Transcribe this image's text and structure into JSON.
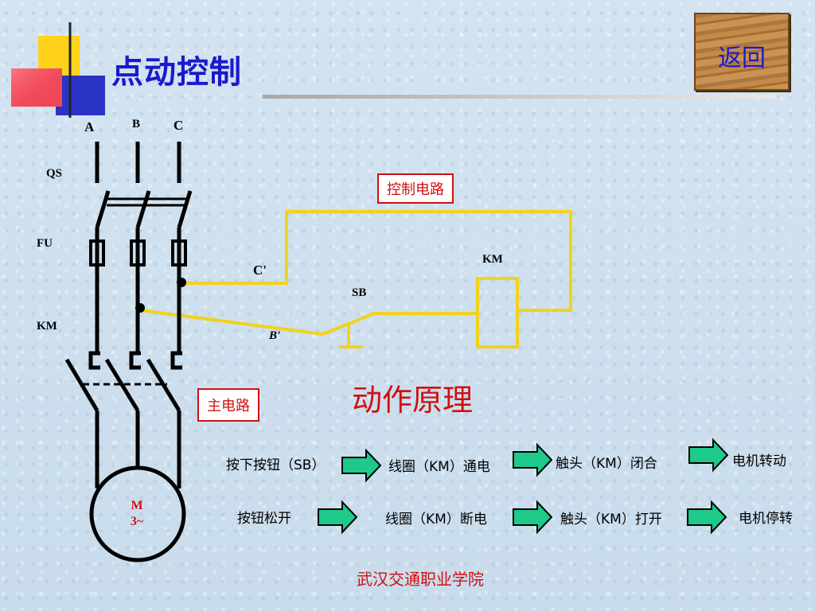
{
  "header": {
    "title": "点动控制",
    "return_label": "返回"
  },
  "labels": {
    "phase_a": "A",
    "phase_b": "B",
    "phase_c": "C",
    "qs": "QS",
    "fu": "FU",
    "km_main": "KM",
    "c_prime": "C'",
    "b_prime": "B'",
    "sb": "SB",
    "km_coil": "KM"
  },
  "boxes": {
    "control_circuit": "控制电路",
    "main_circuit": "主电路"
  },
  "motor": {
    "line1": "M",
    "line2": "3~"
  },
  "principle": {
    "heading": "动作原理",
    "row1": [
      "按下按钮（SB）",
      "线圈（KM）通电",
      "触头（KM）闭合",
      "电机转动"
    ],
    "row2": [
      "按钮松开",
      "线圈（KM）断电",
      "触头（KM）打开",
      "电机停转"
    ]
  },
  "footer": {
    "school": "武汉交通职业学院"
  },
  "colors": {
    "title": "#1a1acc",
    "accent_red": "#d01010",
    "control_wire": "#f2d21c",
    "arrow_green": "#1ec98a"
  }
}
